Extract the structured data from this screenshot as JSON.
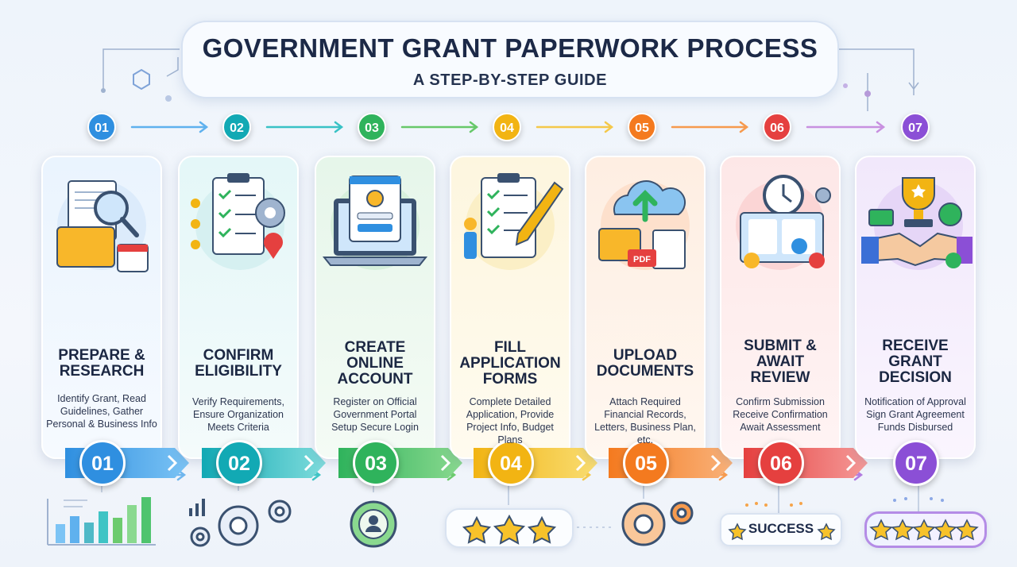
{
  "header": {
    "title": "GOVERNMENT GRANT PAPERWORK PROCESS",
    "subtitle": "A STEP-BY-STEP GUIDE"
  },
  "steps": [
    {
      "number": "01",
      "title": "PREPARE & RESEARCH",
      "description": "Identify Grant, Read Guidelines, Gather Personal & Business Info",
      "color": "#2f8fe0"
    },
    {
      "number": "02",
      "title": "CONFIRM ELIGIBILITY",
      "description": "Verify Requirements, Ensure Organization Meets Criteria",
      "color": "#12a9b4"
    },
    {
      "number": "03",
      "title": "CREATE ONLINE ACCOUNT",
      "description": "Register on Official Government Portal Setup Secure Login",
      "color": "#2fb35c"
    },
    {
      "number": "04",
      "title": "FILL APPLICATION FORMS",
      "description": "Complete Detailed Application, Provide Project Info, Budget Plans",
      "color": "#f2b413"
    },
    {
      "number": "05",
      "title": "UPLOAD DOCUMENTS",
      "description": "Attach Required Financial Records, Letters, Business Plan, etc.",
      "color": "#f47a1f"
    },
    {
      "number": "06",
      "title": "SUBMIT & AWAIT REVIEW",
      "description": "Confirm Submission Receive Confirmation Await Assessment",
      "color": "#e5403f"
    },
    {
      "number": "07",
      "title": "RECEIVE GRANT DECISION",
      "description": "Notification of Approval Sign Grant Agreement Funds Disbursed",
      "color": "#8b4fd6"
    }
  ],
  "footer": {
    "success_label": "SUCCESS"
  },
  "icons": {
    "step1": "research-documents-icon",
    "step2": "eligibility-checklist-icon",
    "step3": "online-login-laptop-icon",
    "step4": "application-form-pen-icon",
    "step5": "cloud-upload-documents-icon",
    "step6": "submit-review-clock-icon",
    "step7": "grant-trophy-handshake-icon"
  }
}
